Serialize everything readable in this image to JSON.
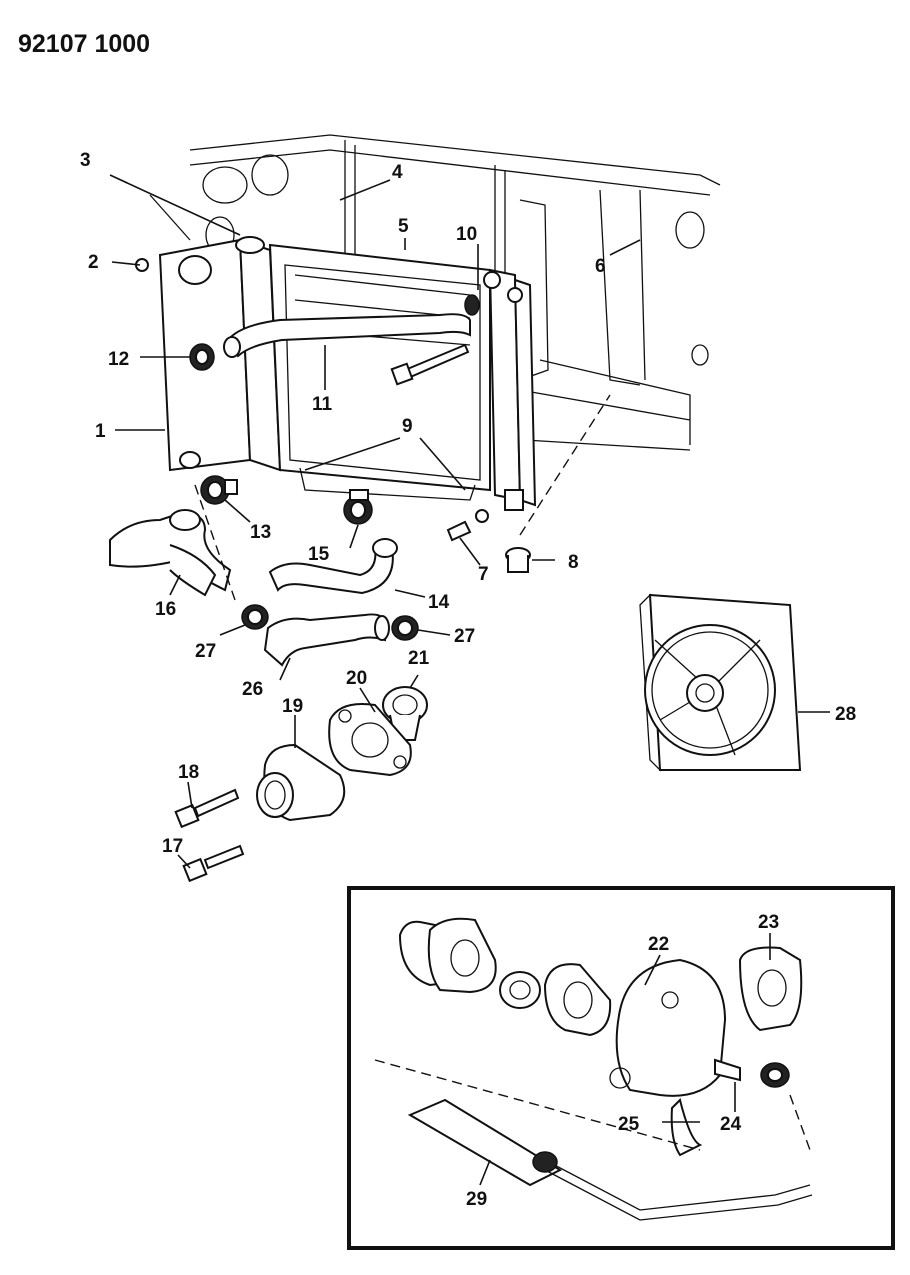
{
  "document": {
    "id": "92107 1000"
  },
  "callouts": {
    "c1": "1",
    "c2": "2",
    "c3": "3",
    "c4": "4",
    "c5": "5",
    "c6": "6",
    "c7": "7",
    "c8": "8",
    "c9": "9",
    "c10": "10",
    "c11": "11",
    "c12": "12",
    "c13": "13",
    "c14": "14",
    "c15": "15",
    "c16": "16",
    "c17": "17",
    "c18": "18",
    "c19": "19",
    "c20": "20",
    "c21": "21",
    "c22": "22",
    "c23": "23",
    "c24": "24",
    "c25": "25",
    "c26": "26",
    "c27a": "27",
    "c27b": "27",
    "c28": "28",
    "c29": "29"
  }
}
